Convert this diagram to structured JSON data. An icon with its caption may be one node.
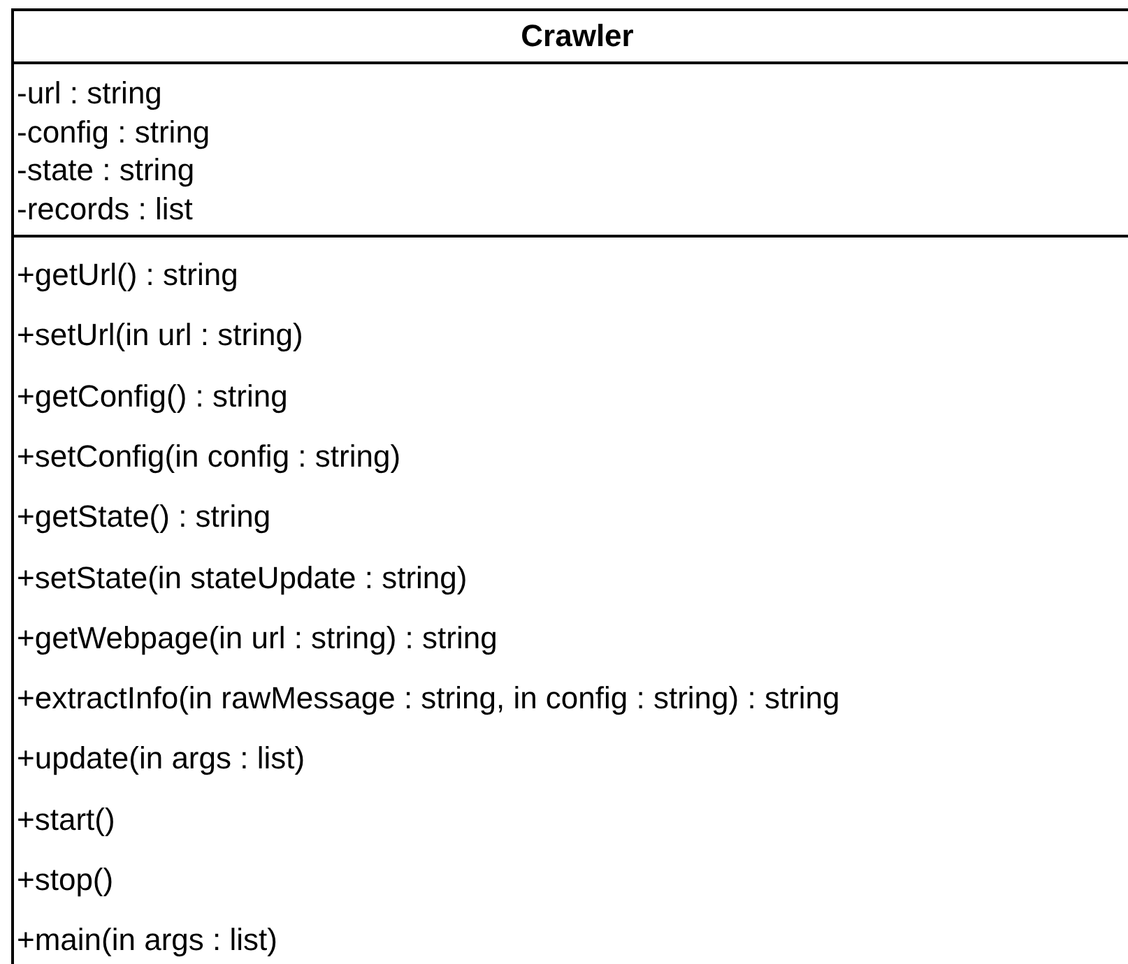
{
  "diagram": {
    "nodes": [
      {
        "text": [
          "Crawler"
        ]
      },
      {
        "text": [
          "-url : string",
          "-config : string",
          "-state : string",
          "-records : list"
        ],
        "in": 0
      },
      {
        "text": [
          "+getUrl() : string",
          "+setUrl(in url : string)",
          "+getConfig() : string",
          "+setConfig(in config : string)",
          "+getState() : string",
          "+setState(in stateUpdate : string)",
          "+getWebpage(in url : string) : string",
          "+extractInfo(in rawMessage : string, in config : string) : string",
          "+update(in args : list)",
          "+start()",
          "+stop()",
          "+main(in args : list)"
        ],
        "in": 0
      }
    ]
  }
}
